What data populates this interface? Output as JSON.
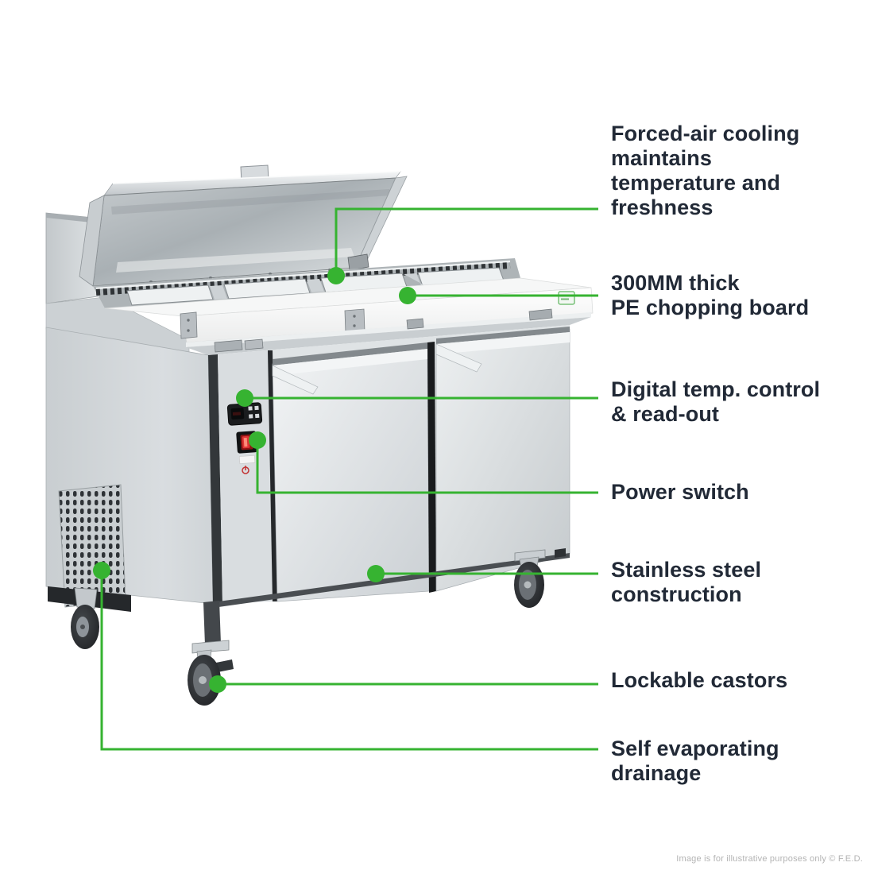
{
  "colors": {
    "accent_green": "#36b331",
    "heading_text": "#212936",
    "disclaimer_text": "#b3b3b3",
    "background": "#ffffff"
  },
  "features": [
    {
      "name": "forced-air-cooling",
      "label": "Forced-air cooling\nmaintains\ntemperature and\nfreshness"
    },
    {
      "name": "chopping-board",
      "label": "300MM thick\nPE chopping board"
    },
    {
      "name": "digital-temp-control",
      "label": "Digital temp. control\n& read-out"
    },
    {
      "name": "power-switch",
      "label": "Power switch"
    },
    {
      "name": "stainless-steel",
      "label": "Stainless steel\nconstruction"
    },
    {
      "name": "lockable-castors",
      "label": "Lockable castors"
    },
    {
      "name": "self-evaporating-drainage",
      "label": "Self evaporating\ndrainage"
    }
  ],
  "footer": {
    "disclaimer": "Image is for illustrative purposes only © F.E.D."
  }
}
